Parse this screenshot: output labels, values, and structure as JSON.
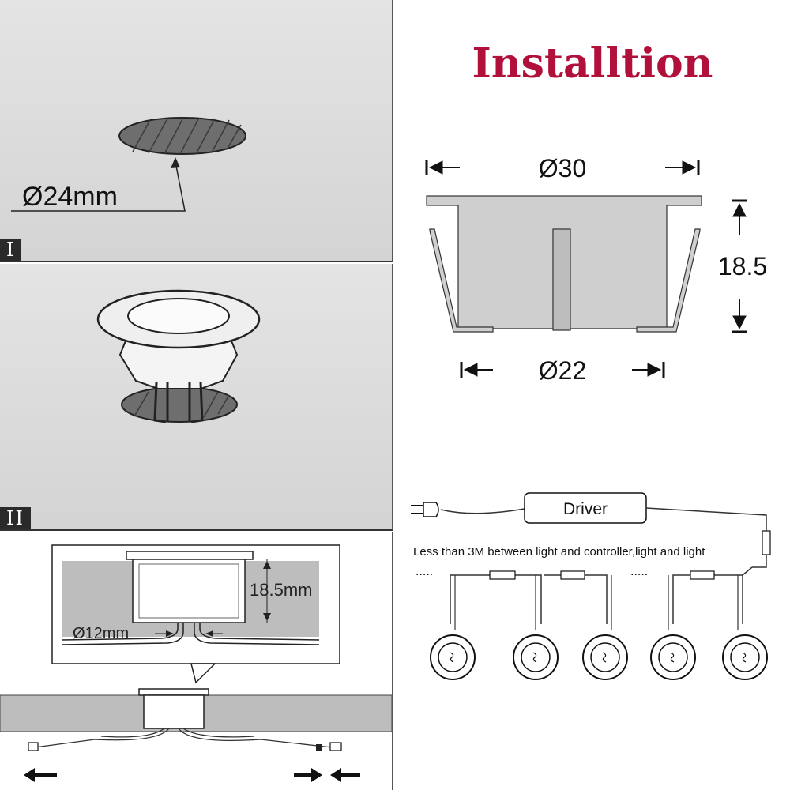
{
  "title": "Installtion",
  "steps": [
    {
      "label": "I",
      "hole_diameter": "Ø24mm"
    },
    {
      "label": "II"
    }
  ],
  "section": {
    "depth": "18.5mm",
    "cable_diameter": "Ø12mm"
  },
  "dimensions": {
    "top_diameter": "Ø30",
    "bottom_diameter": "Ø22",
    "height": "18.5"
  },
  "wiring": {
    "driver_label": "Driver",
    "note": "Less than 3M between light and controller,light and light",
    "dots": "....."
  },
  "colors": {
    "title": "#b0103a",
    "panel_bg": "#dcdcdc",
    "hole_fill": "#6e6e6e"
  }
}
